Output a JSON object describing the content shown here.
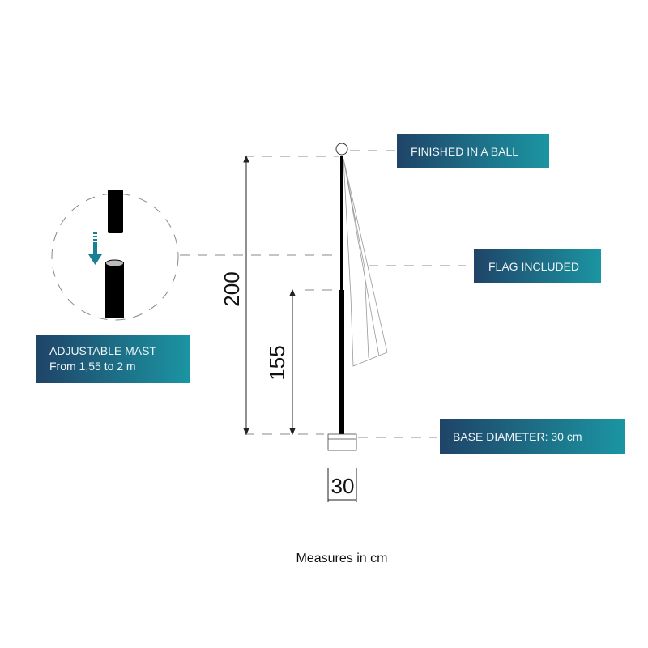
{
  "callouts": {
    "ball": "FINISHED IN A BALL",
    "flag": "FLAG INCLUDED",
    "base": "BASE DIAMETER: 30 cm",
    "mast_title": "ADJUSTABLE MAST",
    "mast_range": "From 1,55 to 2 m"
  },
  "dimensions": {
    "max_height": "200",
    "min_height": "155",
    "base_width": "30"
  },
  "footer": "Measures in cm",
  "colors": {
    "gradient_start": "#1f4468",
    "gradient_end": "#1b95a2",
    "arrow": "#1b7f94"
  }
}
